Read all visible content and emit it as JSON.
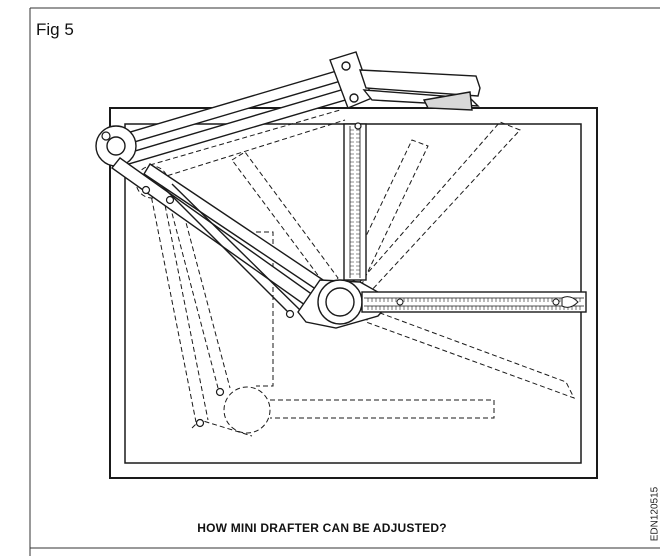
{
  "figure": {
    "label": "Fig 5",
    "caption": "HOW MINI DRAFTER CAN BE ADJUSTED?",
    "code": "EDN120515"
  },
  "colors": {
    "ink": "#1a1a1a",
    "paper": "#ffffff"
  }
}
